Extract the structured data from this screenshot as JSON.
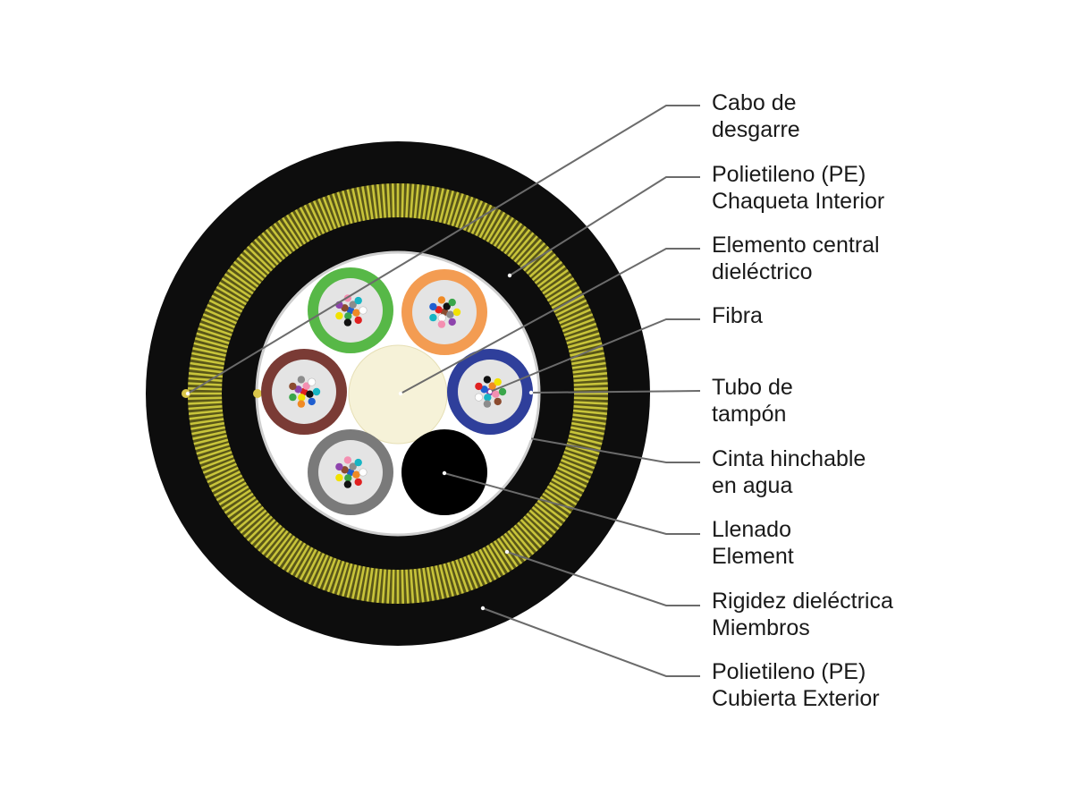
{
  "colors": {
    "outer_jacket": "#0d0d0d",
    "strength_yarn": "#c8c43a",
    "strength_yarn_dark": "#5a5718",
    "core_background": "#ffffff",
    "central_element": "#f6f2d8",
    "filler_element": "#000000",
    "leader_line": "#6b6b6b",
    "tube_inner": "#e4e4e4"
  },
  "buffer_tubes": [
    {
      "name": "green-tube",
      "color": "#57b847"
    },
    {
      "name": "orange-tube",
      "color": "#f39c52"
    },
    {
      "name": "brown-tube",
      "color": "#7a3b35"
    },
    {
      "name": "blue-tube",
      "color": "#2f3f9b"
    },
    {
      "name": "gray-tube",
      "color": "#7a7a7a"
    }
  ],
  "fiber_colors": [
    "#1f5fd0",
    "#f08a24",
    "#3aa64a",
    "#8b4b2f",
    "#8c8c8c",
    "#ffffff",
    "#e02020",
    "#111111",
    "#f2e200",
    "#8e44ad",
    "#f48fb1",
    "#17b5c4"
  ],
  "labels": [
    {
      "line1": "Cabo de",
      "line2": "desgarre"
    },
    {
      "line1": "Polietileno (PE)",
      "line2": "Chaqueta Interior"
    },
    {
      "line1": "Elemento central",
      "line2": "dieléctrico"
    },
    {
      "line1": "Fibra",
      "line2": ""
    },
    {
      "line1": "Tubo de",
      "line2": "tampón"
    },
    {
      "line1": "Cinta hinchable",
      "line2": "en agua"
    },
    {
      "line1": "Llenado",
      "line2": "Element"
    },
    {
      "line1": "Rigidez dieléctrica",
      "line2": "Miembros"
    },
    {
      "line1": "Polietileno (PE)",
      "line2": "Cubierta Exterior"
    }
  ]
}
